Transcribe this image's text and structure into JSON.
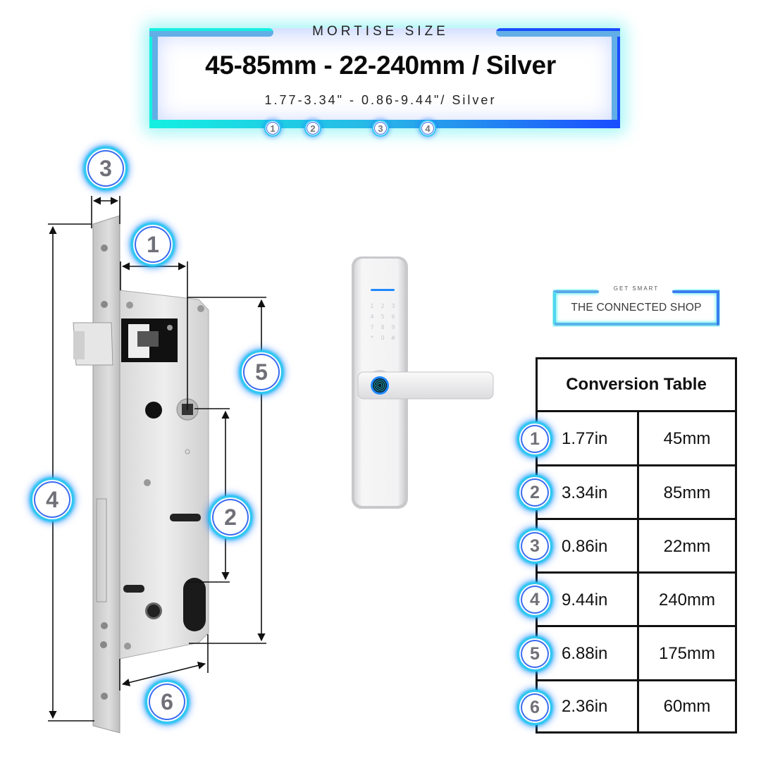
{
  "header": {
    "kicker": "MORTISE SIZE",
    "title": "45-85mm - 22-240mm / Silver",
    "subtitle": "1.77-3.34\" - 0.86-9.44\"/ Silver",
    "badges": [
      "1",
      "2",
      "3",
      "4"
    ],
    "colors": {
      "cyan": "#14f0e0",
      "mid": "#62aee6",
      "blue": "#1a4cff"
    }
  },
  "drawing": {
    "callouts": [
      {
        "id": "1",
        "label": "1",
        "meaning": "backset"
      },
      {
        "id": "2",
        "label": "2",
        "meaning": "handle to cylinder centre"
      },
      {
        "id": "3",
        "label": "3",
        "meaning": "faceplate width"
      },
      {
        "id": "4",
        "label": "4",
        "meaning": "faceplate height"
      },
      {
        "id": "5",
        "label": "5",
        "meaning": "case height"
      },
      {
        "id": "6",
        "label": "6",
        "meaning": "case depth"
      }
    ]
  },
  "lock": {
    "keypad": [
      "1",
      "2",
      "3",
      "4",
      "5",
      "6",
      "7",
      "8",
      "9",
      "*",
      "0",
      "#"
    ],
    "accent": "#1e88ff"
  },
  "logo": {
    "kicker": "GET SMART",
    "name": "THE CONNECTED SHOP"
  },
  "conversion_table": {
    "title": "Conversion Table",
    "rows": [
      {
        "badge": "1",
        "inches": "1.77in",
        "mm": "45mm"
      },
      {
        "badge": "2",
        "inches": "3.34in",
        "mm": "85mm"
      },
      {
        "badge": "3",
        "inches": "0.86in",
        "mm": "22mm"
      },
      {
        "badge": "4",
        "inches": "9.44in",
        "mm": "240mm"
      },
      {
        "badge": "5",
        "inches": "6.88in",
        "mm": "175mm"
      },
      {
        "badge": "6",
        "inches": "2.36in",
        "mm": "60mm"
      }
    ]
  }
}
